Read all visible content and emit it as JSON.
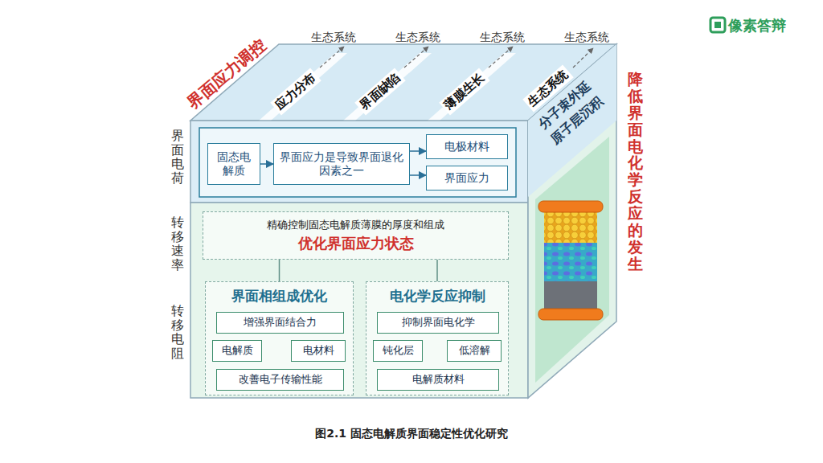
{
  "diagram": {
    "caption": "图2.1 固态电解质界面稳定性优化研究",
    "nodes": [
      {
        "text": [
          "固态电解质"
        ]
      },
      {
        "text": [
          "界面应力是导致界面退化因素之一"
        ]
      },
      {
        "text": [
          "电极材料"
        ]
      },
      {
        "text": [
          "界面应力"
        ]
      },
      {
        "text": [
          "精确控制固态电解质薄膜的厚度和组成",
          "优化界面应力状态"
        ]
      },
      {
        "text": [
          "界面相组成优化"
        ]
      },
      {
        "text": [
          "增强界面结合力"
        ],
        "in": 5
      },
      {
        "text": [
          "电解质"
        ],
        "in": 5
      },
      {
        "text": [
          "电材料"
        ],
        "in": 5
      },
      {
        "text": [
          "改善电子传输性能"
        ],
        "in": 5
      },
      {
        "text": [
          "电化学反应抑制"
        ]
      },
      {
        "text": [
          "抑制界面电化学"
        ],
        "in": 10
      },
      {
        "text": [
          "钝化层"
        ],
        "in": 10
      },
      {
        "text": [
          "低溶解"
        ],
        "in": 10
      },
      {
        "text": [
          "电解质材料"
        ],
        "in": 10
      }
    ],
    "edges": [
      {
        "from": 0,
        "to": 1,
        "arrow": "to"
      },
      {
        "from": 1,
        "to": 2,
        "arrow": "to"
      },
      {
        "from": 1,
        "to": 3,
        "arrow": "to"
      },
      {
        "from": 4,
        "to": 5,
        "arrow": "none"
      },
      {
        "from": 4,
        "to": 10,
        "arrow": "none"
      },
      {
        "from": 6,
        "to": 7,
        "arrow": "to"
      },
      {
        "from": 6,
        "to": 8,
        "arrow": "to"
      },
      {
        "from": 7,
        "to": 8,
        "arrow": "both"
      },
      {
        "from": 7,
        "to": 9,
        "arrow": "to"
      },
      {
        "from": 8,
        "to": 9,
        "arrow": "to"
      },
      {
        "from": 11,
        "to": 12,
        "arrow": "to"
      },
      {
        "from": 11,
        "to": 13,
        "arrow": "to"
      },
      {
        "from": 13,
        "to": 12,
        "arrow": "to"
      },
      {
        "from": 12,
        "to": 14,
        "arrow": "to"
      },
      {
        "from": 13,
        "to": 14,
        "arrow": "to"
      }
    ],
    "labels": [
      "界面应力调控",
      "生态系统",
      "生态系统",
      "生态系统",
      "生态系统",
      "应力分布",
      "界面缺陷",
      "薄膜生长",
      "生态系统",
      "分子束外延",
      "原子层沉积",
      "界面电荷",
      "转移速率",
      "转移电阻",
      "降低界面电化学反应的发生",
      "像素答辩"
    ]
  }
}
